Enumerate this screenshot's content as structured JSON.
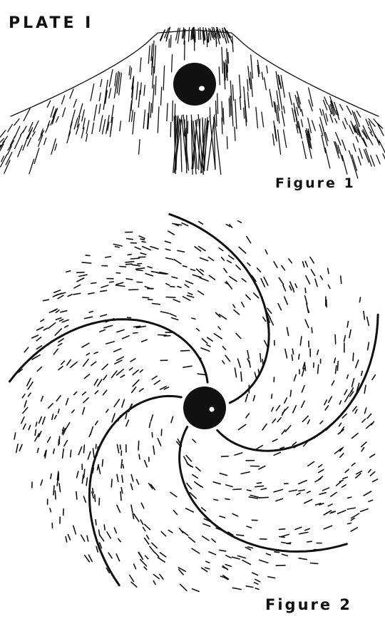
{
  "plate": {
    "title": "PLATE I"
  },
  "figure1": {
    "caption": "Figure 1"
  },
  "figure2": {
    "caption": "Figure 2",
    "arm_count": 5
  },
  "colors": {
    "ink": "#111111",
    "paper": "#ffffff"
  }
}
